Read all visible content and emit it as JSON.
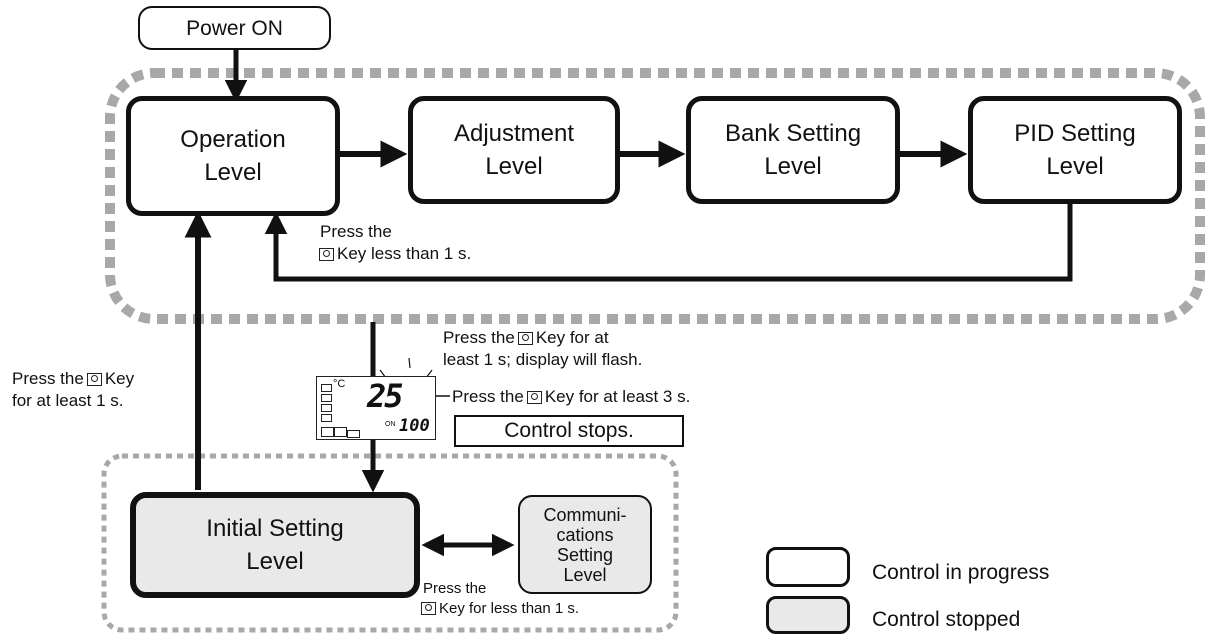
{
  "boxes": {
    "power_on": "Power ON",
    "operation": "Operation\nLevel",
    "adjustment": "Adjustment\nLevel",
    "bank": "Bank Setting\nLevel",
    "pid": "PID Setting\nLevel",
    "initial": "Initial Setting\nLevel",
    "communications": "Communi-\ncations\nSetting\nLevel"
  },
  "notes": {
    "return_a": "Press the",
    "return_b": "Key less than 1 s.",
    "left_a_pre": "Press the",
    "left_a_post": "Key",
    "left_b": "for at least 1 s.",
    "flash_a_pre": "Press the",
    "flash_a_post": "Key for at",
    "flash_b": "least 1 s; display will flash.",
    "three_pre": "Press the",
    "three_post": "Key for at least 3 s.",
    "control_stops": "Control stops.",
    "comm_a": "Press the",
    "comm_b": "Key for less than 1 s."
  },
  "display": {
    "unit": "°C",
    "main_value": "25",
    "sub_value": "100",
    "tiny_label": "ON"
  },
  "legend": {
    "in_progress": "Control in progress",
    "stopped": "Control stopped"
  },
  "colors": {
    "line": "#111111",
    "dashed_border": "#a8a8a8",
    "stopped_fill": "#e9e9e9"
  }
}
